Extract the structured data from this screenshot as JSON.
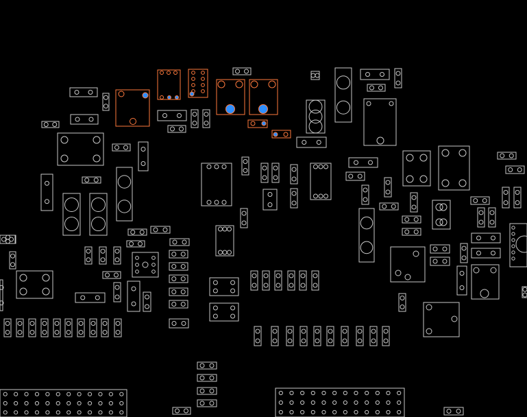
{
  "view": {
    "background": "#000000",
    "outline_color": "#c8c8c8",
    "highlight_color": "#ff7a3d",
    "pad_highlight_color": "#2f8fff"
  },
  "footprints": [
    {
      "name": "r-horizontal",
      "count": 40
    },
    {
      "name": "r-vertical",
      "count": 52
    },
    {
      "name": "crystal-tall",
      "count": 8
    },
    {
      "name": "sot-package",
      "count": 20
    },
    {
      "name": "ic-square",
      "count": 12
    },
    {
      "name": "pin-header",
      "count": 2
    }
  ],
  "highlighted_components": [
    "highlight-block-1",
    "highlight-block-2",
    "highlight-block-3",
    "highlight-block-4",
    "highlight-block-5",
    "highlight-block-6",
    "highlight-block-7"
  ]
}
